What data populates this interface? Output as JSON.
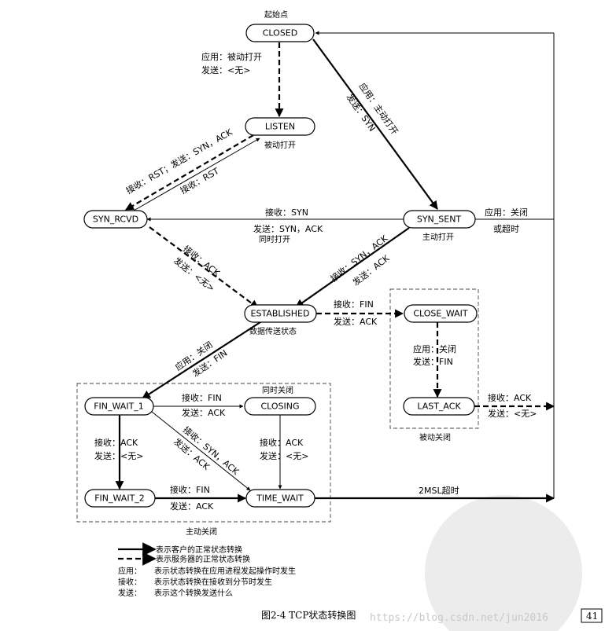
{
  "states": {
    "closed": "CLOSED",
    "listen": "LISTEN",
    "syn_rcvd": "SYN_RCVD",
    "syn_sent": "SYN_SENT",
    "established": "ESTABLISHED",
    "close_wait": "CLOSE_WAIT",
    "last_ack": "LAST_ACK",
    "fin_wait_1": "FIN_WAIT_1",
    "closing": "CLOSING",
    "fin_wait_2": "FIN_WAIT_2",
    "time_wait": "TIME_WAIT"
  },
  "notes": {
    "start_point": "起始点",
    "listen_sub": "被动打开",
    "syn_sent_sub": "主动打开",
    "established_sub": "数据传送状态",
    "simultaneous_open": "同时打开",
    "simultaneous_close": "同时关闭",
    "passive_close": "被动关闭",
    "active_close": "主动关闭"
  },
  "labels": {
    "app_passive_open": "应用：被动打开",
    "send_none_1": "发送：<无>",
    "app_active_open": "应用：主动打开",
    "send_syn_1": "发送：SYN",
    "recv_rst_send_syn_ack": "接收：RST；发送：SYN，ACK",
    "recv_rst": "接收：RST",
    "recv_syn": "接收：SYN",
    "send_syn_ack": "发送：SYN，ACK",
    "app_close": "应用：关闭",
    "or_timeout": "或超时",
    "recv_ack_1": "接收：ACK",
    "send_none_2": "发送：<无>",
    "recv_syn_ack": "接收：SYN，ACK",
    "send_ack_1": "发送：ACK",
    "recv_fin_1": "接收：FIN",
    "send_ack_2": "发送：ACK",
    "cw_app_close": "应用：关闭",
    "cw_send_fin": "发送：FIN",
    "recv_ack_last": "接收：ACK",
    "send_none_last": "发送：<无>",
    "est_app_close": "应用：关闭",
    "est_send_fin": "发送：FIN",
    "fw1_recv_fin": "接收：FIN",
    "fw1_send_ack": "发送：ACK",
    "fw1_recv_ack": "接收：ACK",
    "fw1_send_none": "发送：<无>",
    "fw1_recv_syn_ack": "接收：SYN，ACK",
    "fw1_send_ack_diag": "发送：ACK",
    "closing_recv_ack": "接收：ACK",
    "closing_send_none": "发送：<无>",
    "fw2_recv_fin": "接收：FIN",
    "fw2_send_ack": "发送：ACK",
    "msl_timeout": "2MSL超时"
  },
  "legend": {
    "client_line": "表示客户的正常状态转换",
    "server_line": "表示服务器的正常状态转换",
    "app_key": "应用：",
    "app_desc": "表示状态转换在应用进程发起操作时发生",
    "recv_key": "接收：",
    "recv_desc": "表示状态转换在接收到分节时发生",
    "send_key": "发送：",
    "send_desc": "表示这个转换发送什么"
  },
  "caption": "图2-4   TCP状态转换图",
  "watermark": "https://blog.csdn.net/jun2016",
  "page_number": "41"
}
